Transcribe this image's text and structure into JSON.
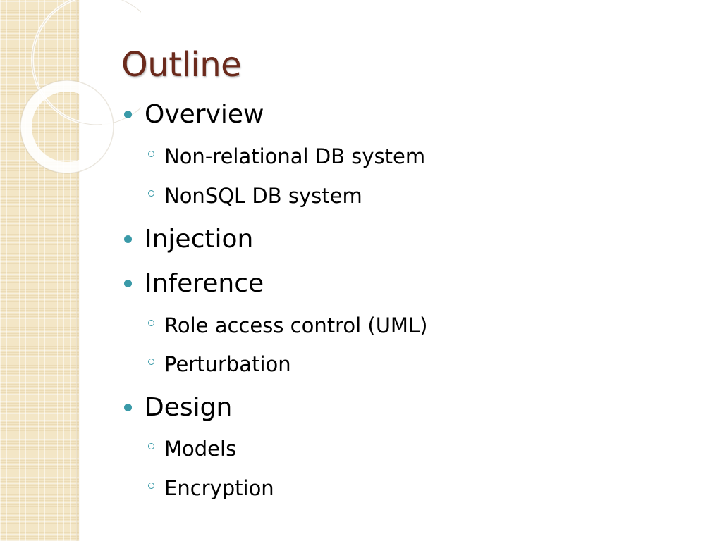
{
  "slide": {
    "title": "Outline",
    "items": [
      {
        "level": 1,
        "text": "Overview"
      },
      {
        "level": 2,
        "text": "Non-relational DB system"
      },
      {
        "level": 2,
        "text": "NonSQL DB system"
      },
      {
        "level": 1,
        "text": "Injection"
      },
      {
        "level": 1,
        "text": "Inference"
      },
      {
        "level": 2,
        "text": "Role access control (UML)"
      },
      {
        "level": 2,
        "text": "Perturbation"
      },
      {
        "level": 1,
        "text": "Design"
      },
      {
        "level": 2,
        "text": "Models"
      },
      {
        "level": 2,
        "text": "Encryption"
      }
    ]
  },
  "colors": {
    "title": "#6b2a1c",
    "bullet": "#3a9aa8",
    "sidebar": "#f3e6c6",
    "text": "#000000"
  },
  "icons": {
    "level1_bullet": "filled-circle-bullet-icon",
    "level2_bullet": "hollow-circle-bullet-icon",
    "sidebar_decoration": "decorative-rings-icon"
  }
}
